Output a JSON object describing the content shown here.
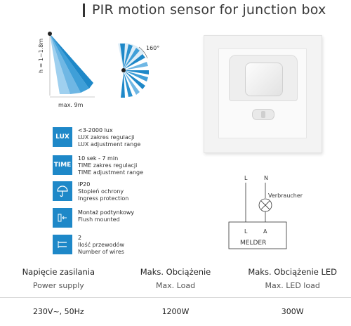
{
  "title": "PIR motion sensor for junction box",
  "detection": {
    "height_label": "h = 1~1.8m",
    "range_label": "max. 9m",
    "angle_label": "160°"
  },
  "features": [
    {
      "icon": "lux-badge",
      "badge": "LUX",
      "line1": "<3-2000 lux",
      "line2": "LUX zakres regulacji",
      "line3": "LUX adjustment range"
    },
    {
      "icon": "time-badge",
      "badge": "TIME",
      "line1": "10 sek - 7 min",
      "line2": "TIME zakres regulacji",
      "line3": "TIME adjustment range"
    },
    {
      "icon": "umbrella-icon",
      "badge": "",
      "line1": "IP20",
      "line2": "Stopień ochrony",
      "line3": "Ingress protection"
    },
    {
      "icon": "flush-mount-icon",
      "badge": "",
      "line1": "Montaż podtynkowy",
      "line2": "Flush mounted",
      "line3": ""
    },
    {
      "icon": "wires-icon",
      "badge": "",
      "line1": "2",
      "line2": "Ilość przewodów",
      "line3": "Number of wires"
    }
  ],
  "wiring": {
    "l_top": "L",
    "n_top": "N",
    "consumer": "Verbraucher",
    "l_in": "L",
    "a_out": "A",
    "device": "MELDER"
  },
  "specs": {
    "headers": [
      "Napięcie zasilania",
      "Maks. Obciążenie",
      "Maks. Obciążenie LED"
    ],
    "subheaders": [
      "Power supply",
      "Max. Load",
      "Max. LED load"
    ],
    "values": [
      "230V~, 50Hz",
      "1200W",
      "300W"
    ]
  },
  "colors": {
    "accent": "#1e88c8",
    "light_blue": "#9fd0ef",
    "frame": "#f3f3f3"
  }
}
